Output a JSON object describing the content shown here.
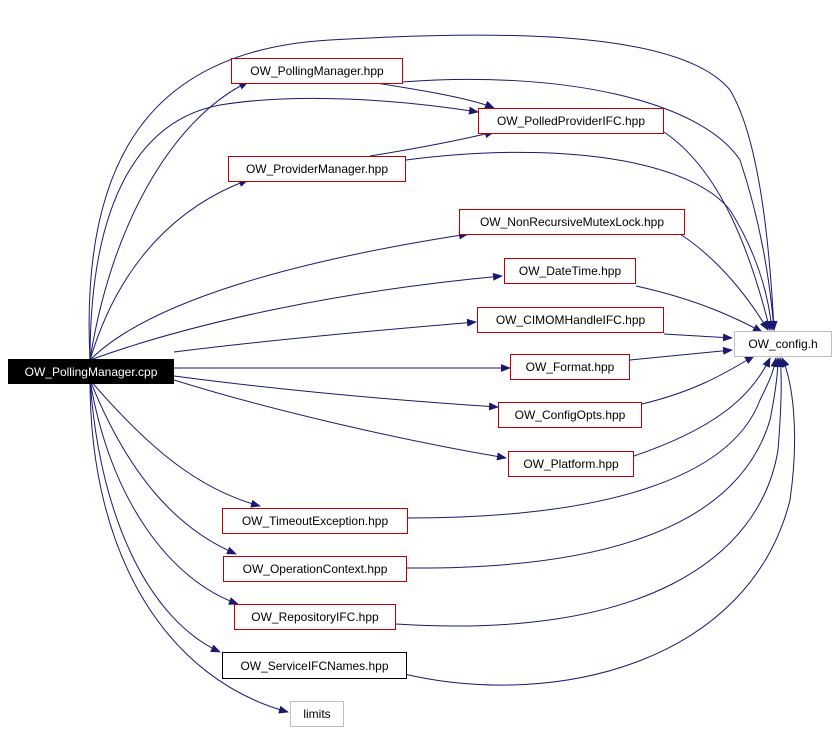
{
  "colors": {
    "edge": "#191970",
    "node_border_documented": "#c00000",
    "node_border_undocumented": "#bfbfbf",
    "root_background": "#000000",
    "root_text": "#ffffff"
  },
  "root": {
    "label": "OW_PollingManager.cpp"
  },
  "nodes": {
    "polling_manager_hpp": {
      "label": "OW_PollingManager.hpp"
    },
    "polled_provider_ifc_hpp": {
      "label": "OW_PolledProviderIFC.hpp"
    },
    "provider_manager_hpp": {
      "label": "OW_ProviderManager.hpp"
    },
    "non_recursive_mutex_lock_hpp": {
      "label": "OW_NonRecursiveMutexLock.hpp"
    },
    "date_time_hpp": {
      "label": "OW_DateTime.hpp"
    },
    "cimom_handle_ifc_hpp": {
      "label": "OW_CIMOMHandleIFC.hpp"
    },
    "format_hpp": {
      "label": "OW_Format.hpp"
    },
    "config_opts_hpp": {
      "label": "OW_ConfigOpts.hpp"
    },
    "platform_hpp": {
      "label": "OW_Platform.hpp"
    },
    "timeout_exception_hpp": {
      "label": "OW_TimeoutException.hpp"
    },
    "operation_context_hpp": {
      "label": "OW_OperationContext.hpp"
    },
    "repository_ifc_hpp": {
      "label": "OW_RepositoryIFC.hpp"
    },
    "service_ifc_names_hpp": {
      "label": "OW_ServiceIFCNames.hpp"
    },
    "limits": {
      "label": "limits"
    },
    "config_h": {
      "label": "OW_config.h"
    }
  }
}
